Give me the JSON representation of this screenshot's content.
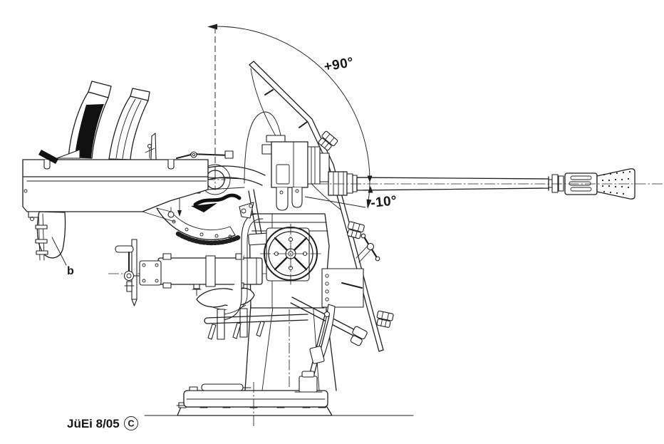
{
  "annotations": {
    "elevation_max_label": "+90°",
    "elevation_min_label": "-10°",
    "part_label": "b",
    "signature": "JüEi 8/05",
    "copyright_symbol": "C"
  },
  "colors": {
    "ink": "#1f1f1f",
    "paper": "#fefefe"
  }
}
